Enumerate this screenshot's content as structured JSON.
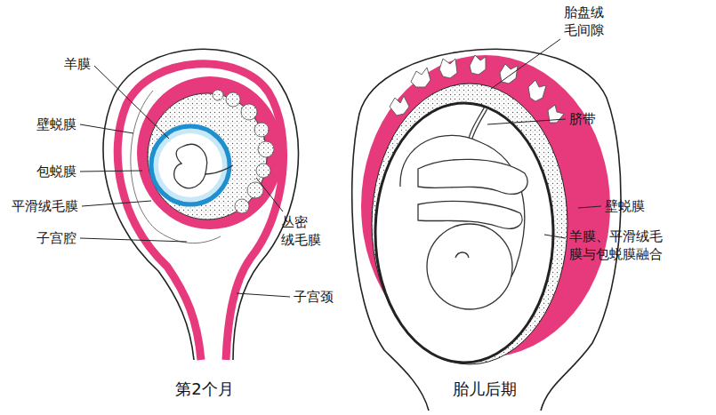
{
  "diagram": {
    "labels": [
      "羊膜",
      "壁蜕膜",
      "包蜕膜",
      "平滑绒毛膜",
      "子宫腔",
      "丛密 绒毛膜",
      "子宫颈",
      "胎盘绒 毛间隙",
      "脐带",
      "壁蜕膜",
      "羊膜、平滑绒毛 膜与包蜕膜融合",
      "第2个月",
      "胎儿后期"
    ]
  }
}
